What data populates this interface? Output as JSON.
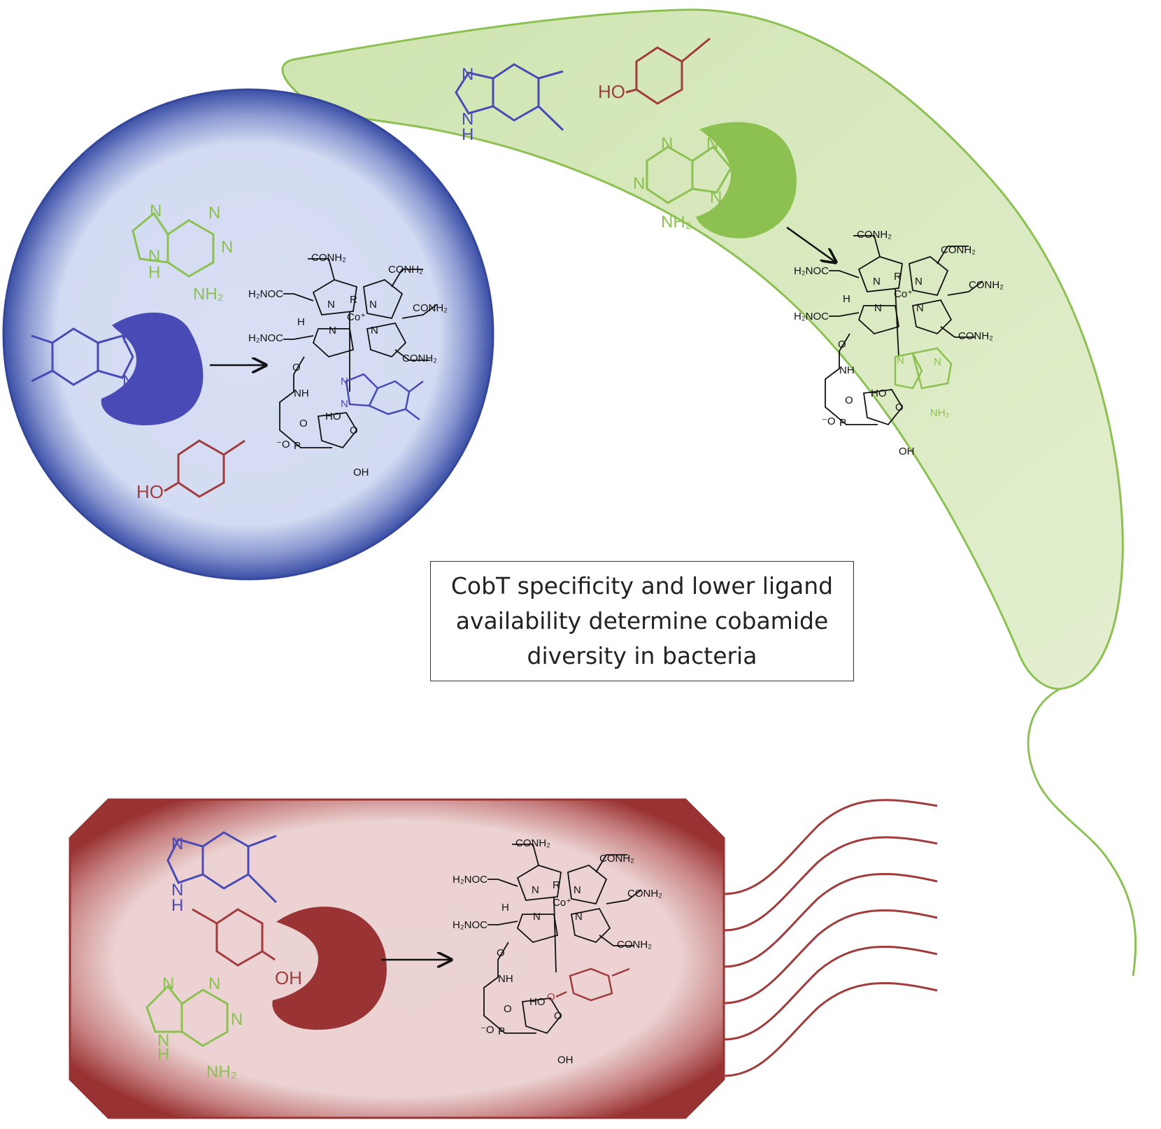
{
  "caption": {
    "line1": "CobT specificity and lower ligand",
    "line2": "availability determine cobamide",
    "line3": "diversity in bacteria"
  },
  "colors": {
    "blue": "#4a4ab6",
    "green": "#8cc152",
    "red": "#a23b3b",
    "black": "#111111"
  },
  "atoms": {
    "N": "N",
    "NH": "N H",
    "H": "H",
    "NH2": "NH₂",
    "HO": "HO",
    "OH": "OH",
    "O": "O",
    "R": "R",
    "Co": "Co⁺",
    "CONH2": "CONH₂",
    "H2NOC": "H₂NOC",
    "P": "P",
    "Om": "⁻O",
    "NHamide": "NH"
  },
  "icons": [
    "round-cell",
    "rod-cell",
    "vibrio-cell",
    "cobt-enzyme",
    "flagellum"
  ]
}
